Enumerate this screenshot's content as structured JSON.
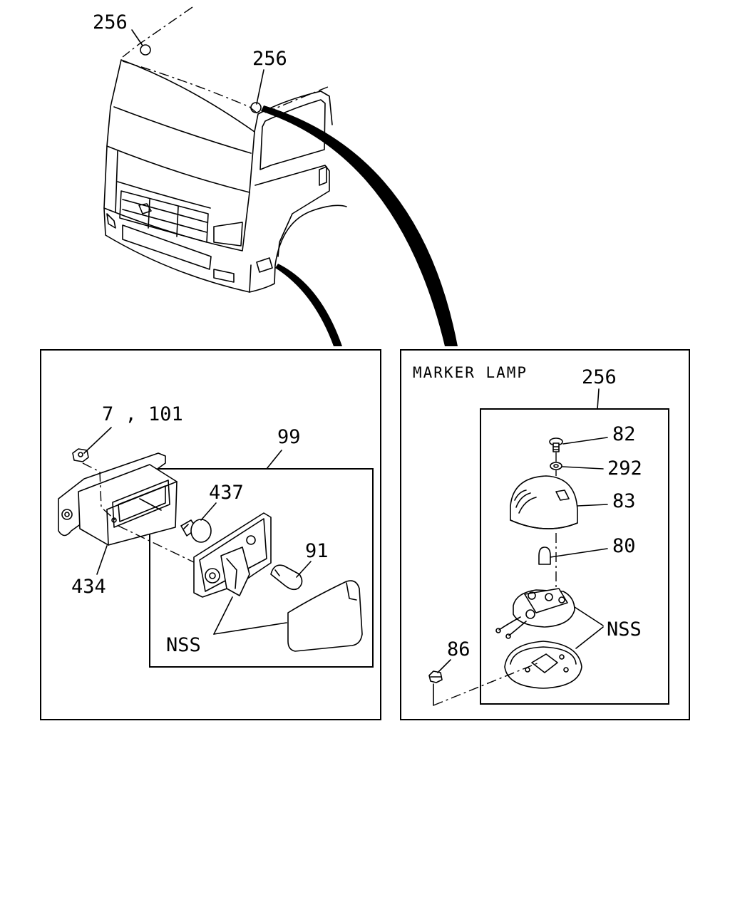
{
  "labels": {
    "top_left_256": "256",
    "top_right_256": "256",
    "p7_101": "7 , 101",
    "p99": "99",
    "p437": "437",
    "p91": "91",
    "p434": "434",
    "nss_left": "NSS",
    "title_marker_lamp": "MARKER LAMP",
    "p256_box": "256",
    "p82": "82",
    "p292": "292",
    "p83": "83",
    "p80": "80",
    "nss_right": "NSS",
    "p86": "86"
  }
}
